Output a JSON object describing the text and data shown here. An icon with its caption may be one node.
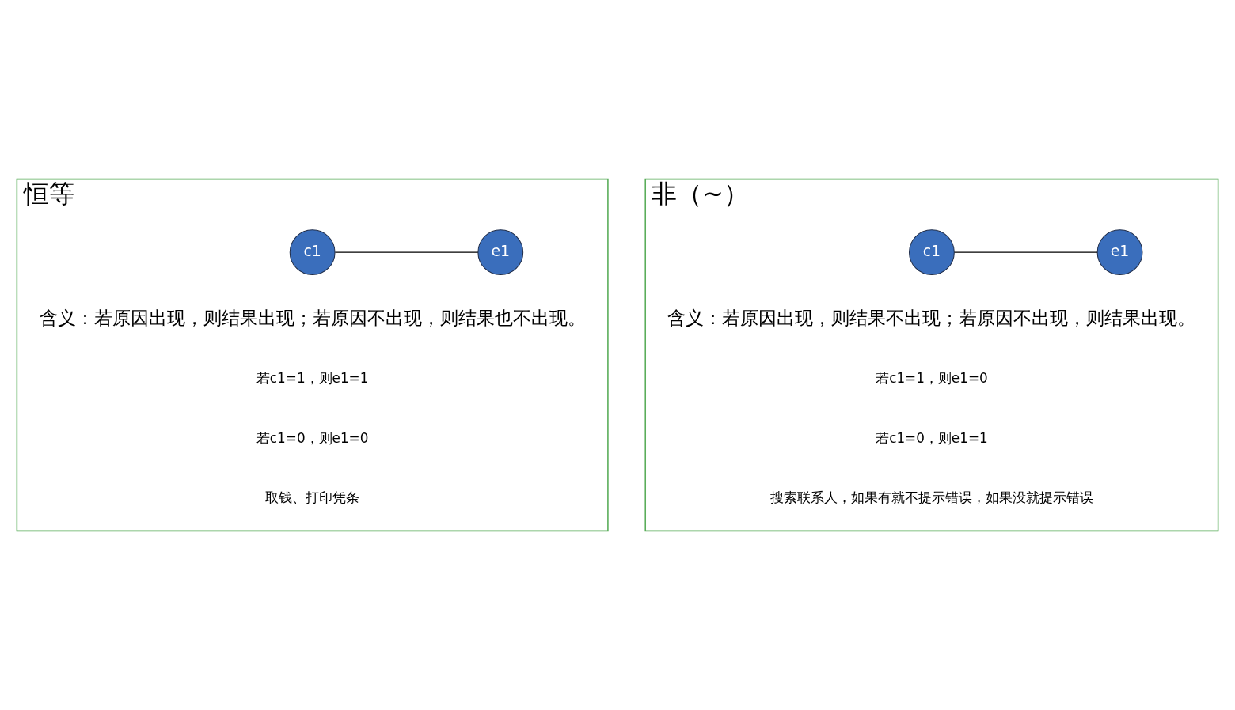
{
  "diagram": {
    "nodes": [
      {
        "text": [
          "恒等"
        ]
      },
      {
        "text": [
          "c1"
        ],
        "in": 0
      },
      {
        "text": [
          "e1"
        ],
        "in": 0
      },
      {
        "text": [
          "非（~）"
        ]
      },
      {
        "text": [
          "c1"
        ],
        "in": 3
      },
      {
        "text": [
          "e1"
        ],
        "in": 3
      }
    ],
    "edges": [
      {
        "from": 1,
        "to": 2,
        "arrow": "none"
      },
      {
        "from": 4,
        "to": 5,
        "arrow": "none"
      }
    ],
    "labels": [
      "含义：若原因出现，则结果出现；若原因不出现，则结果也不出现。",
      "若c1=1，则e1=1",
      "若c1=0，则e1=0",
      "取钱、打印凭条",
      "含义：若原因出现，则结果不出现；若原因不出现，则结果出现。",
      "若c1=1，则e1=0",
      "若c1=0，则e1=1",
      "搜索联系人，如果有就不提示错误，如果没就提示错误"
    ]
  }
}
